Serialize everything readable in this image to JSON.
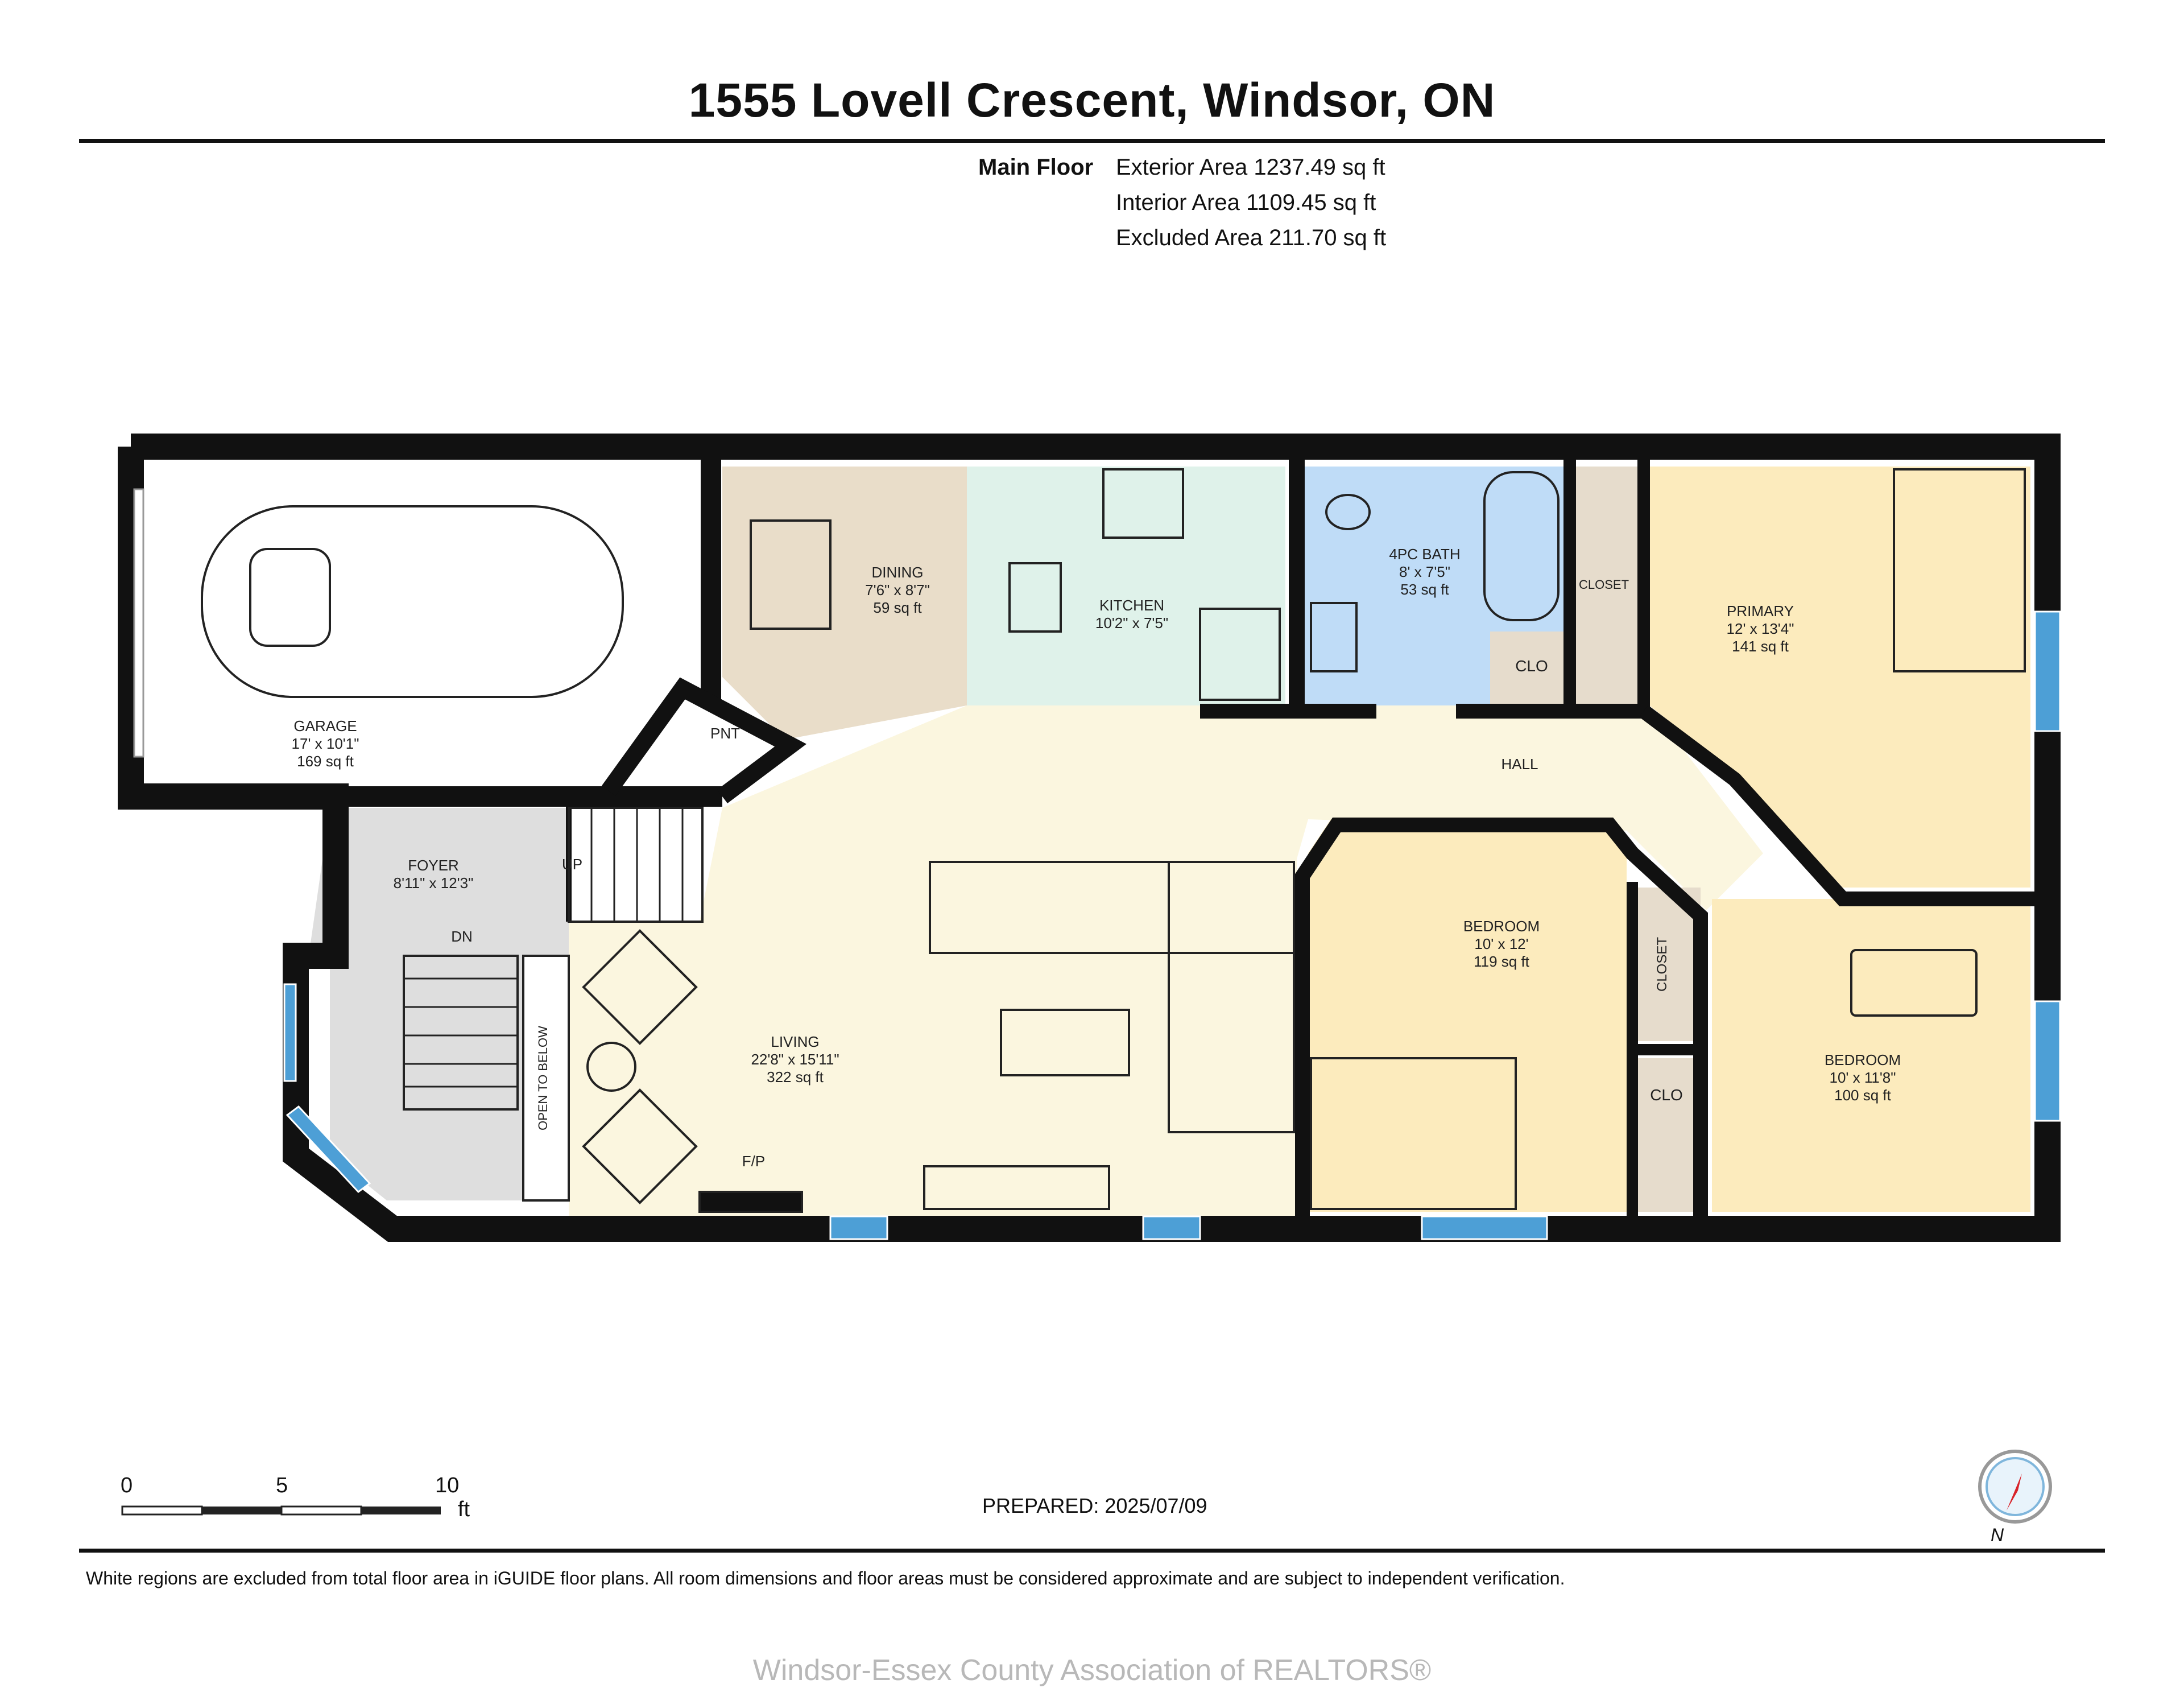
{
  "header": {
    "title": "1555 Lovell Crescent, Windsor, ON",
    "floor_name": "Main Floor",
    "areas": [
      "Exterior Area 1237.49 sq ft",
      "Interior Area 1109.45 sq ft",
      "Excluded Area 211.70 sq ft"
    ]
  },
  "rooms": {
    "garage": {
      "name": "GARAGE",
      "dims": "17' x 10'1\"",
      "area": "169 sq ft"
    },
    "dining": {
      "name": "DINING",
      "dims": "7'6\" x 8'7\"",
      "area": "59 sq ft"
    },
    "kitchen": {
      "name": "KITCHEN",
      "dims": "10'2\" x 7'5\""
    },
    "bath": {
      "name": "4PC BATH",
      "dims": "8' x 7'5\"",
      "area": "53 sq ft"
    },
    "primary": {
      "name": "PRIMARY",
      "dims": "12' x 13'4\"",
      "area": "141 sq ft"
    },
    "foyer": {
      "name": "FOYER",
      "dims": "8'11\" x 12'3\""
    },
    "living": {
      "name": "LIVING",
      "dims": "22'8\" x 15'11\"",
      "area": "322 sq ft"
    },
    "bedroom2": {
      "name": "BEDROOM",
      "dims": "10' x 12'",
      "area": "119 sq ft"
    },
    "bedroom3": {
      "name": "BEDROOM",
      "dims": "10' x 11'8\"",
      "area": "100 sq ft"
    }
  },
  "labels": {
    "pnt": "PNT",
    "hall": "HALL",
    "closet_primary": "CLOSET",
    "closet_bed": "CLOSET",
    "clo_bath": "CLO",
    "clo_bed": "CLO",
    "up": "UP",
    "dn": "DN",
    "open_to_below": "OPEN TO BELOW",
    "fp": "F/P"
  },
  "scale": {
    "ticks": [
      "0",
      "5",
      "10"
    ],
    "unit": "ft"
  },
  "compass": {
    "label": "N"
  },
  "prepared": "PREPARED: 2025/07/09",
  "disclaimer": "White regions are excluded from total floor area in iGUIDE floor plans. All room dimensions and floor areas must be considered approximate and are subject to independent verification.",
  "watermark": "Windsor-Essex County Association of REALTORS®",
  "colors": {
    "wall": "#111111",
    "hall_living": "#fbf6df",
    "dining": "#e9ddc9",
    "kitchen": "#dff2ea",
    "bath": "#bfdcf7",
    "bedroom": "#fcebbd",
    "closet": "#e6dccc",
    "foyer": "#dedede",
    "window": "#4d9fd6"
  }
}
